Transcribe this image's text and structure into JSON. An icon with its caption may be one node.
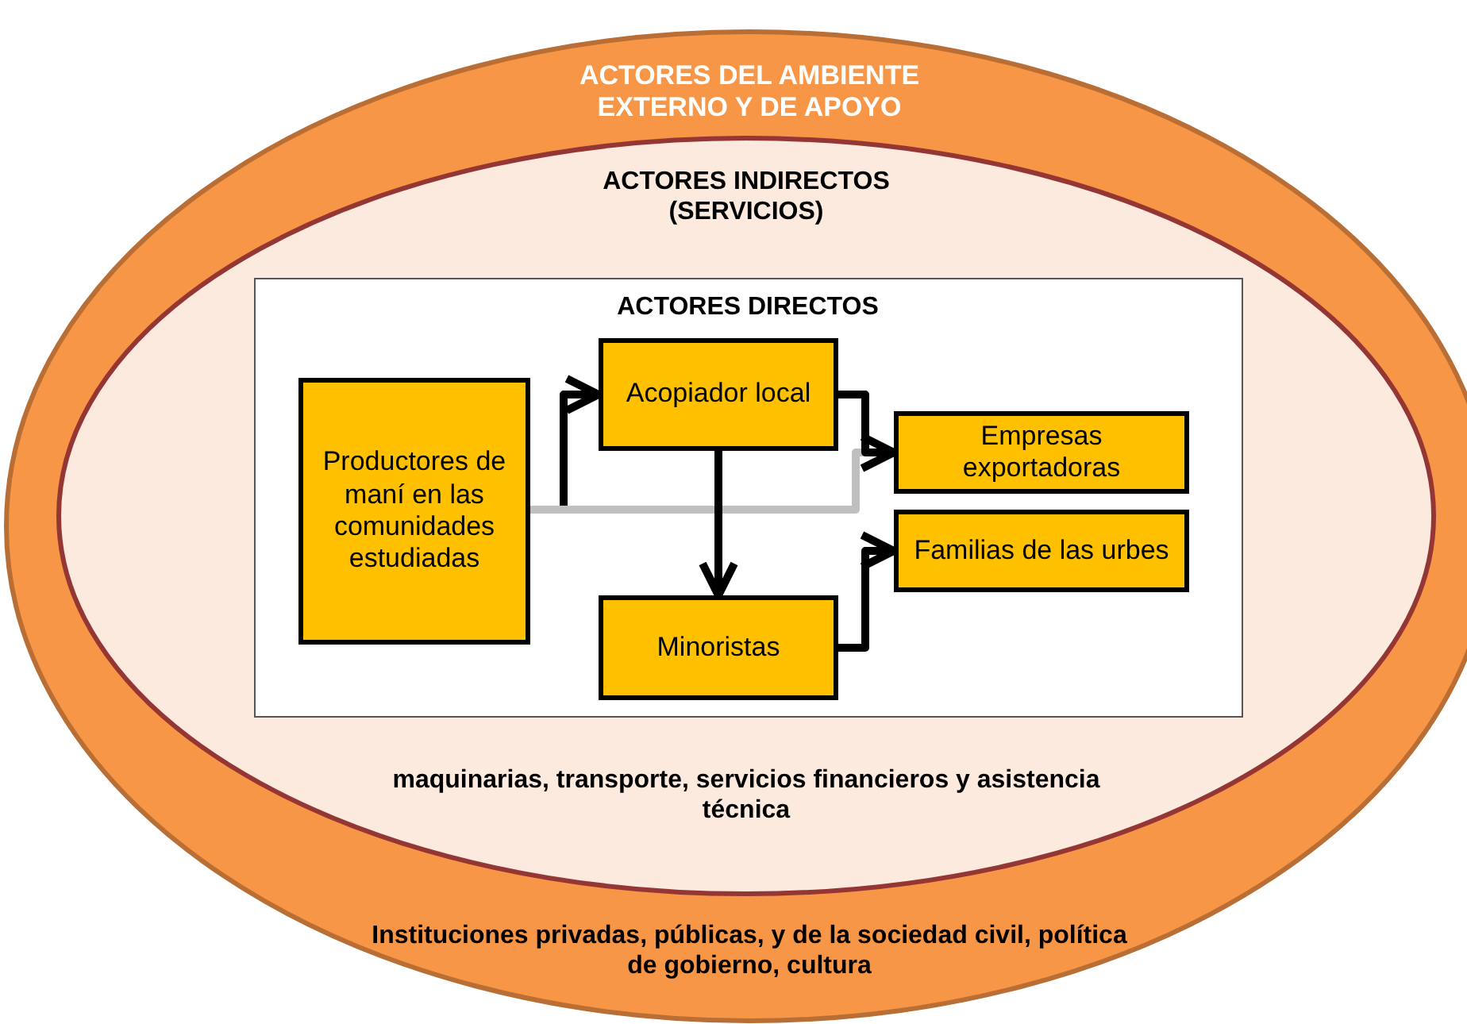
{
  "diagram": {
    "nodes": [
      {
        "text": [
          "ACTORES DEL AMBIENTE EXTERNO Y DE APOYO",
          "Instituciones privadas, públicas, y de la sociedad civil, política de gobierno,  cultura"
        ]
      },
      {
        "text": [
          "ACTORES INDIRECTOS (SERVICIOS)",
          "maquinarias, transporte, servicios financieros y asistencia técnica"
        ],
        "in": 0
      },
      {
        "text": [
          "ACTORES DIRECTOS"
        ],
        "in": 1
      },
      {
        "text": [
          "Productores de maní en las comunidades estudiadas"
        ],
        "in": 2
      },
      {
        "text": [
          "Acopiador local"
        ],
        "in": 2
      },
      {
        "text": [
          "Empresas exportadoras"
        ],
        "in": 2
      },
      {
        "text": [
          "Familias de las urbes"
        ],
        "in": 2
      },
      {
        "text": [
          "Minoristas"
        ],
        "in": 2
      }
    ],
    "edges": [
      {
        "from": 3,
        "to": 4,
        "arrow": "to"
      },
      {
        "from": 3,
        "to": 5,
        "arrow": "none",
        "color": "#bfbfbf"
      },
      {
        "from": 4,
        "to": 5,
        "arrow": "to"
      },
      {
        "from": 4,
        "to": 7,
        "arrow": "to"
      },
      {
        "from": 7,
        "to": 6,
        "arrow": "to"
      }
    ]
  }
}
